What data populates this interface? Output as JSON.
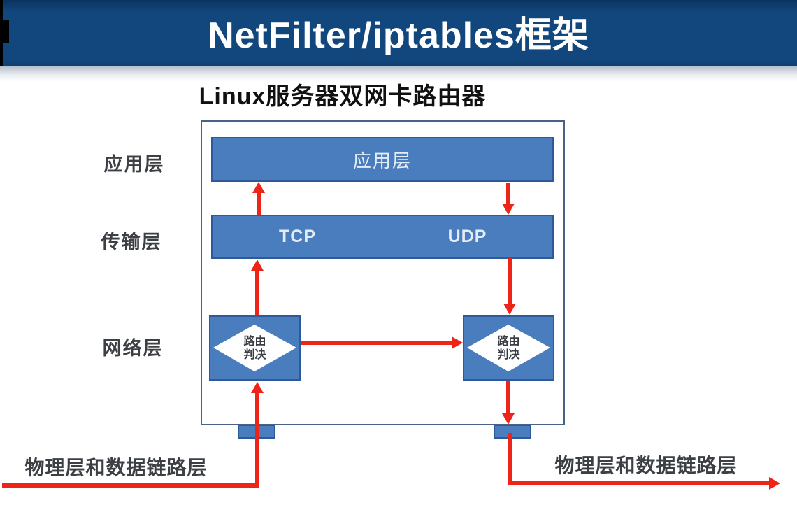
{
  "slide": {
    "title": "NetFilter/iptables框架",
    "subtitle": "Linux服务器双网卡路由器"
  },
  "diagram": {
    "layer_labels": [
      {
        "label": "应用层"
      },
      {
        "label": "传输层"
      },
      {
        "label": "网络层"
      }
    ],
    "app_layer_box": "应用层",
    "transport": {
      "tcp": "TCP",
      "udp": "UDP"
    },
    "routing_decision": "路由\n判决",
    "bottom_label_left": "物理层和数据链路层",
    "bottom_label_right": "物理层和数据链路层"
  },
  "colors": {
    "banner_bg": "#12477e",
    "banner_top": "#0a335f",
    "box_fill": "#4a7dbd",
    "box_stroke": "#2d5a99",
    "outer_stroke": "#4a6285",
    "arrow_red": "#ee2418",
    "label_dark": "#3c4045",
    "subtitle_color": "#111111",
    "box_text": "#e4ecf7",
    "diamond_text": "#3a3e44"
  }
}
